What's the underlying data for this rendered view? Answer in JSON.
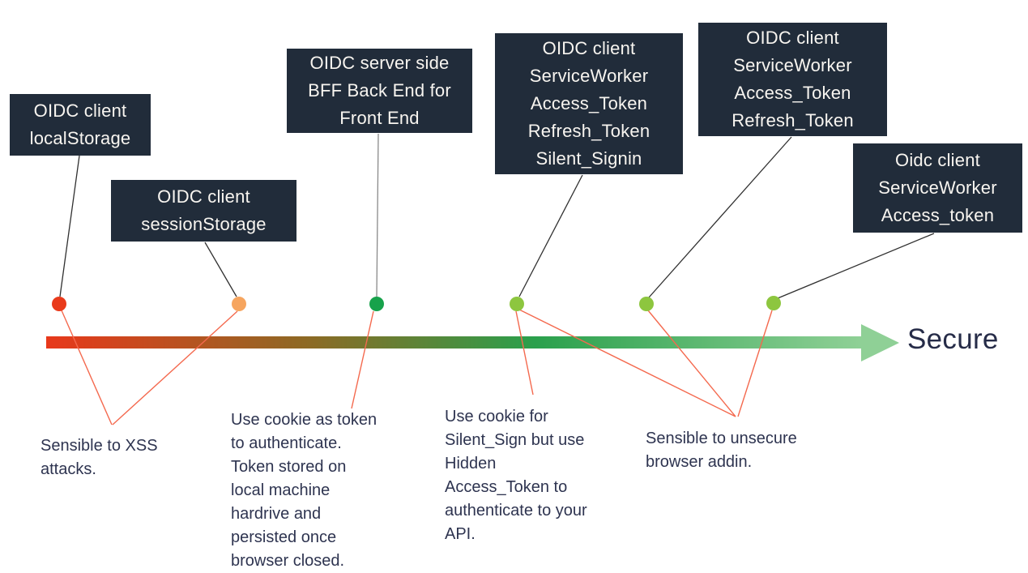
{
  "diagram": {
    "secure_label": "Secure",
    "boxes": [
      {
        "id": "oidc-client-localstorage",
        "text": "OIDC client\nlocalStorage"
      },
      {
        "id": "oidc-client-sessionstorage",
        "text": "OIDC client\nsessionStorage"
      },
      {
        "id": "oidc-server-side-bff",
        "text": "OIDC server side\nBFF Back End for\nFront End"
      },
      {
        "id": "oidc-client-serviceworker-silent",
        "text": "OIDC client\nServiceWorker\nAccess_Token\nRefresh_Token\nSilent_Signin"
      },
      {
        "id": "oidc-client-serviceworker-refresh",
        "text": "OIDC client\nServiceWorker\nAccess_Token\nRefresh_Token"
      },
      {
        "id": "oidc-client-serviceworker-access",
        "text": "Oidc client\nServiceWorker\nAccess_token"
      }
    ],
    "notes": [
      {
        "id": "xss-attacks",
        "text": "Sensible to XSS\nattacks."
      },
      {
        "id": "cookie-as-token",
        "text": "Use cookie as token\nto authenticate.\nToken stored on\nlocal machine\nhardrive and\npersisted once\nbrowser closed."
      },
      {
        "id": "cookie-silent-sign",
        "text": "Use cookie for\nSilent_Sign but use\nHidden\nAccess_Token to\nauthenticate to your\nAPI."
      },
      {
        "id": "unsecure-addin",
        "text": "Sensible to unsecure\nbrowser addin."
      }
    ],
    "colors": {
      "box_bg": "#212c3a",
      "box_text": "#f8f5f0",
      "note_text": "#2e3450",
      "secure_text": "#262c48",
      "dot_red": "#e93a1b",
      "dot_orange": "#f6a55f",
      "dot_green": "#17a24b",
      "dot_lightgreen": "#8dc63f",
      "line_red": "#f4694e",
      "line_black": "#303030",
      "line_gray": "#8a8a8a",
      "bar_start": "#e8381b",
      "bar_olive": "#8a6b25",
      "bar_mid": "#2aa04c",
      "bar_end": "#8fd096"
    }
  }
}
